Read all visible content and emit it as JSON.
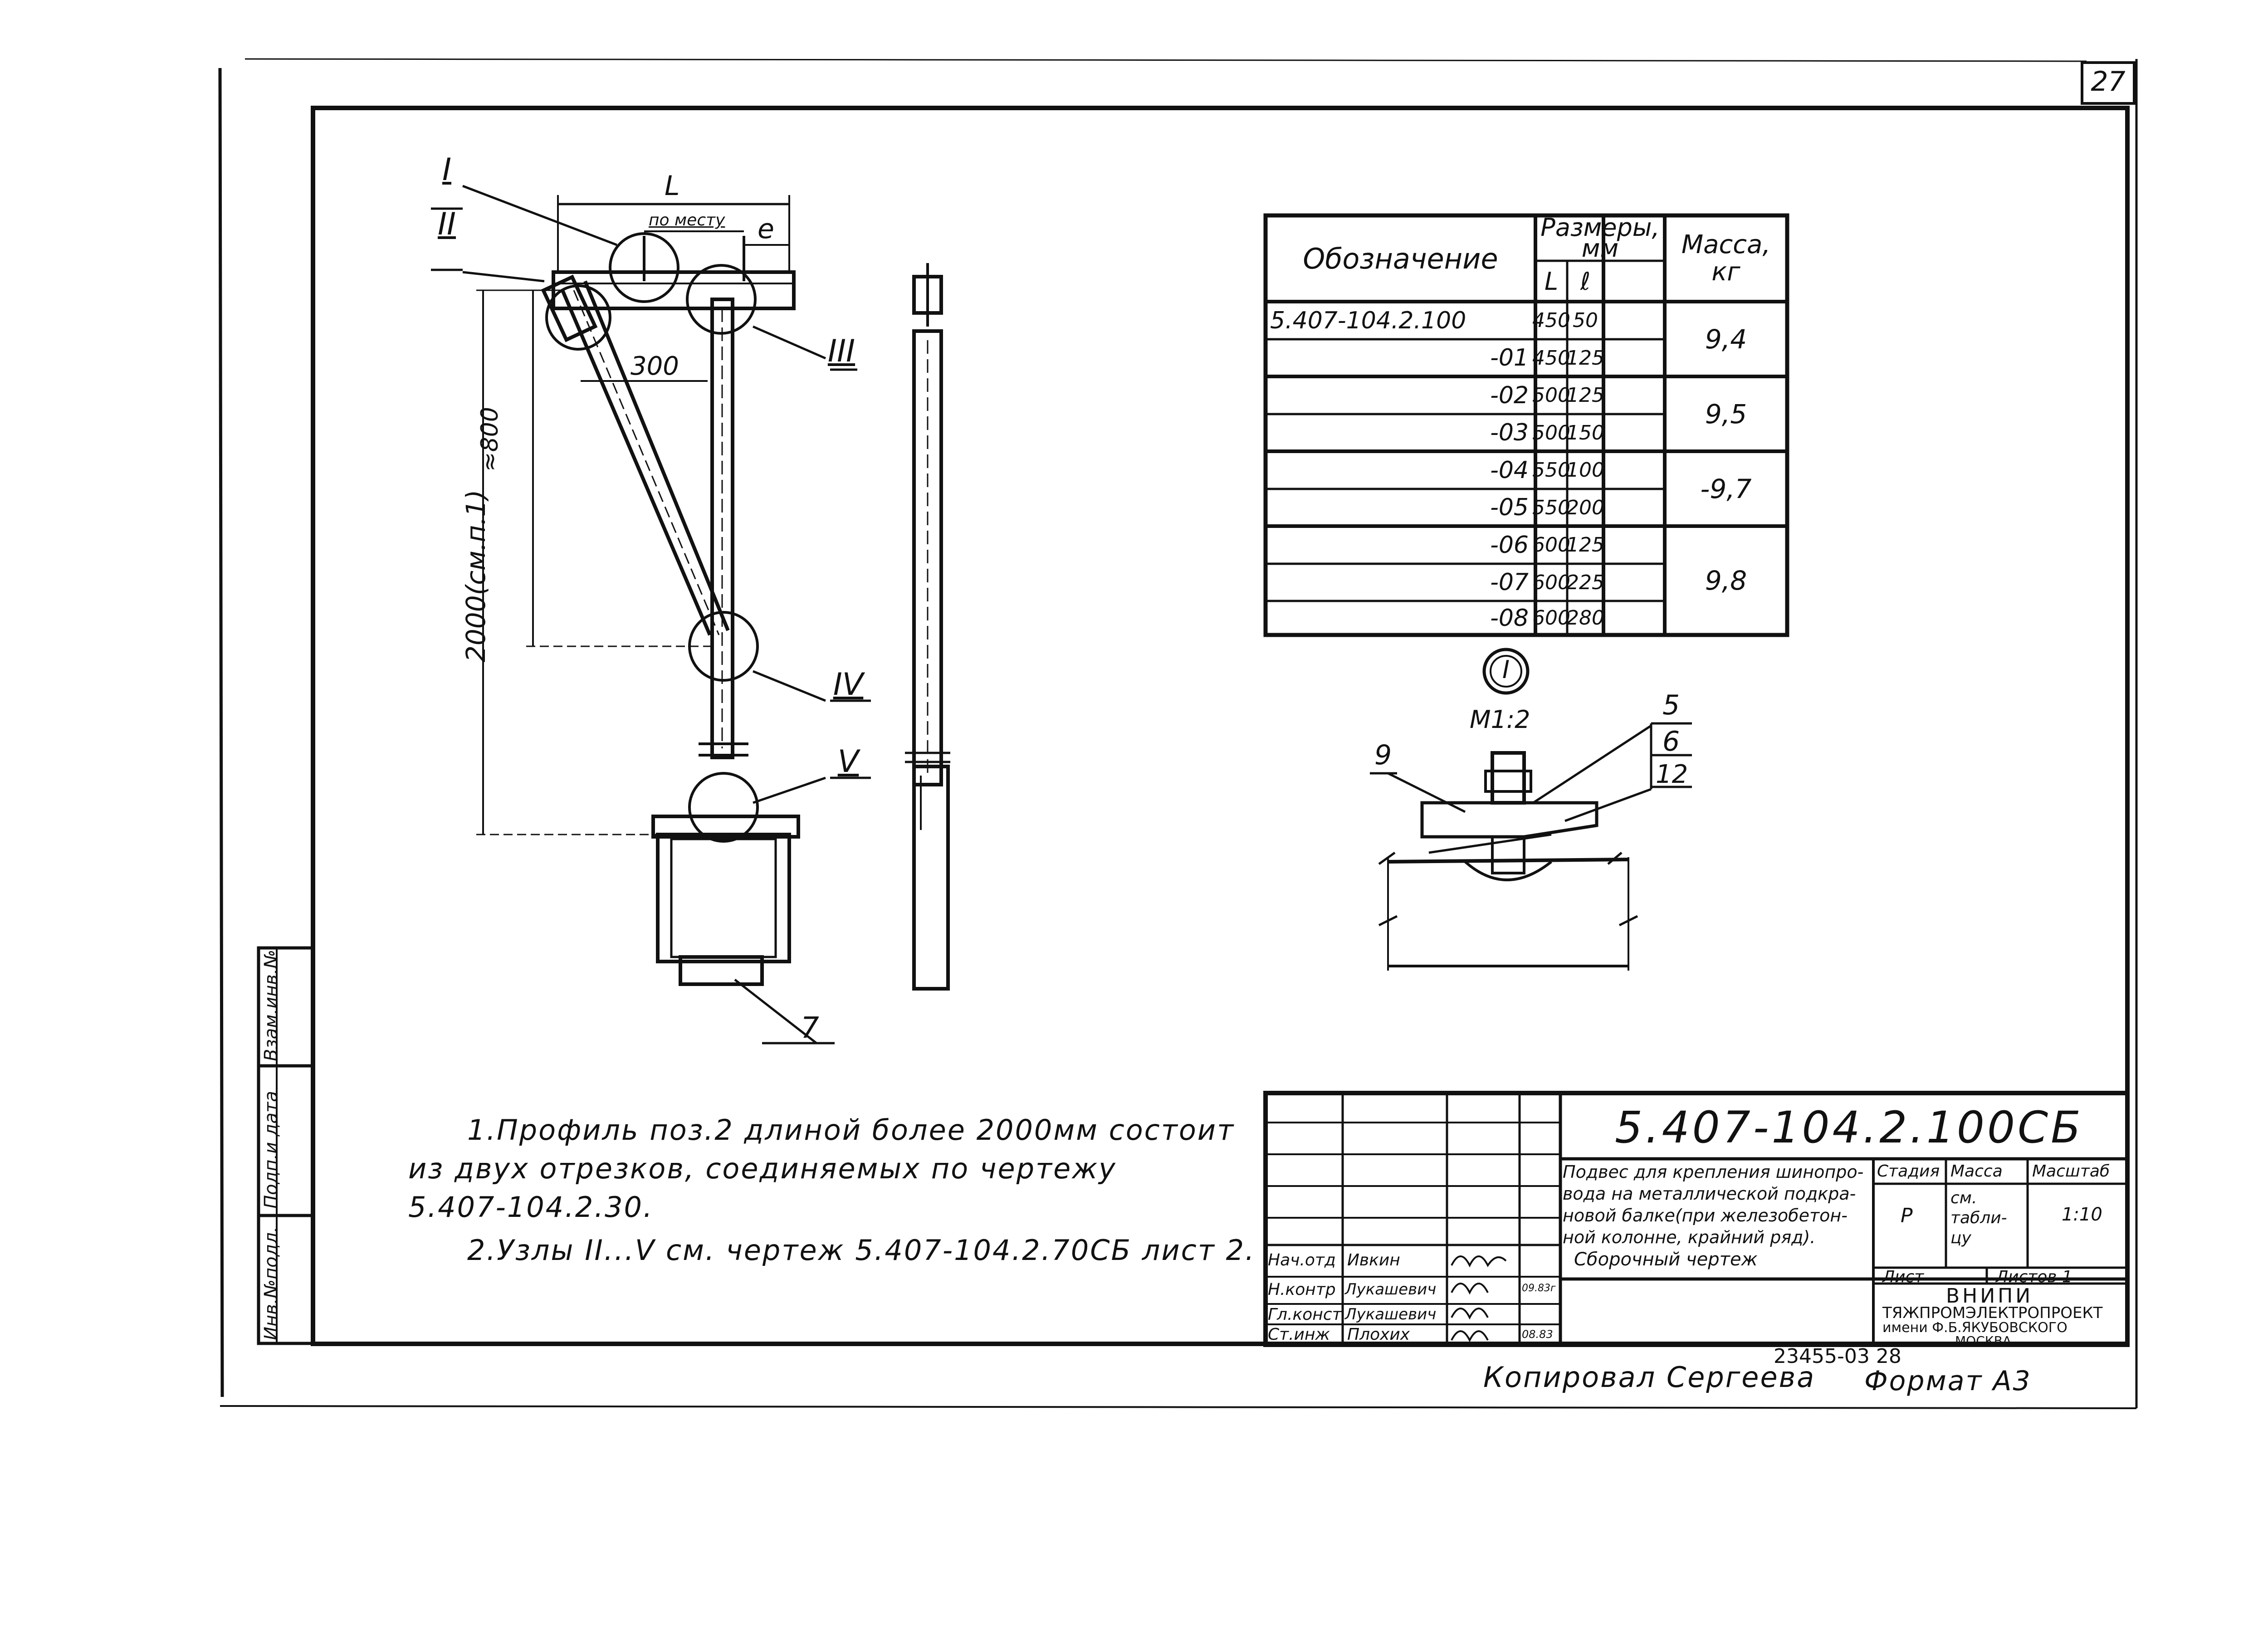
{
  "sheet_number": "27",
  "table": {
    "headers": {
      "designation": "Обозначение",
      "sizes": "Размеры, мм",
      "L": "L",
      "l": "ℓ",
      "mass": "Масса, кг"
    },
    "rows": [
      {
        "code": "5.407-104.2.100",
        "L": "450",
        "l": "50"
      },
      {
        "code": "-01",
        "L": "450",
        "l": "125"
      },
      {
        "code": "-02",
        "L": "500",
        "l": "125"
      },
      {
        "code": "-03",
        "L": "500",
        "l": "150"
      },
      {
        "code": "-04",
        "L": "550",
        "l": "100"
      },
      {
        "code": "-05",
        "L": "550",
        "l": "200"
      },
      {
        "code": "-06",
        "L": "600",
        "l": "125"
      },
      {
        "code": "-07",
        "L": "600",
        "l": "225"
      },
      {
        "code": "-08",
        "L": "600",
        "l": "280"
      }
    ],
    "masses": [
      "9,4",
      "9,5",
      "-9,7",
      "9,8"
    ]
  },
  "callouts": {
    "I": "I",
    "II": "II",
    "III": "III",
    "IV": "IV",
    "V": "V",
    "seven": "7",
    "L": "L",
    "e": "e",
    "by_place": "по месту",
    "dim_300": "300",
    "dim_800": "≈800",
    "dim_2000": "2000(см.п.1)"
  },
  "detail": {
    "marker": "I",
    "scale": "М1:2",
    "pos5": "5",
    "pos6": "6",
    "pos12": "12",
    "pos9": "9"
  },
  "notes": {
    "line1": "1.Профиль поз.2  длиной  более  2000мм  состоит",
    "line2": "из  двух  отрезков,  соединяемых  по  чертежу",
    "line3": "5.407-104.2.30.",
    "line4": "2.Узлы  II...V  см.  чертеж  5.407-104.2.70СБ  лист 2."
  },
  "title_block": {
    "code": "5.407-104.2.100СБ",
    "description": [
      "Подвес для крепления шинопро-",
      "вода на металлической подкра-",
      "новой балке(при железобетон-",
      "ной колонне, крайний ряд).",
      "Сборочный чертеж"
    ],
    "stage_label": "Стадия",
    "mass_label": "Масса",
    "scale_label": "Масштаб",
    "stage_value": "Р",
    "mass_value": "см. табли- цу",
    "scale_value": "1:10",
    "sheet_label": "Лист",
    "sheets_label": "Листов 1",
    "org_line1": "ВНИПИ",
    "org_line2": "ТЯЖПРОМЭЛЕКТРОПРОЕКТ",
    "org_line3": "имени Ф.Б.ЯКУБОВСКОГО",
    "org_line4": "МОСКВА",
    "staff": [
      {
        "role": "Нач.отд",
        "name": "Ивкин",
        "date": ""
      },
      {
        "role": "Н.контр",
        "name": "Лукашевич",
        "date": "09.83г"
      },
      {
        "role": "Гл.конст",
        "name": "Лукашевич",
        "date": ""
      },
      {
        "role": "Ст.инж",
        "name": "Плохих",
        "date": "08.83"
      }
    ]
  },
  "side_stamp": [
    "Инв.№подл.",
    "Подп.и дата",
    "Взам.инв.№"
  ],
  "bottom": {
    "copied": "Копировал Сергеева",
    "number": "23455-03   28",
    "format": "Формат А3"
  }
}
